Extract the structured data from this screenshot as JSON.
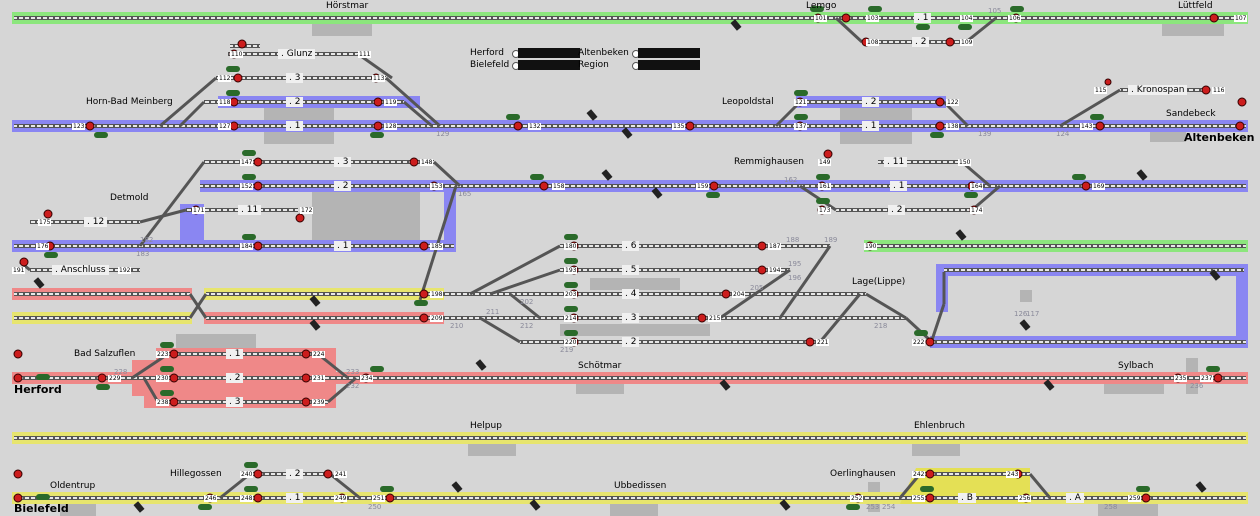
{
  "window": {
    "title": "Stellwerk"
  },
  "stations": [
    "Hörstmar",
    "Lemgo",
    "Lüttfeld",
    "Horn-Bad Meinberg",
    "Leopoldstal",
    "Sandebeck",
    "Altenbeken",
    "Detmold",
    "Remmighausen",
    "Lage(Lippe)",
    "Bad Salzuflen",
    "Herford",
    "Schötmar",
    "Sylbach",
    "Helpup",
    "Ehlenbruch",
    "Hillegossen",
    "Oerlinghausen",
    "Oldentrup",
    "Ubbedissen",
    "Bielefeld"
  ],
  "sidings": [
    "Glunz",
    "Kronospan",
    "Anschluss"
  ],
  "legend": {
    "left": [
      "Herford",
      "Bielefeld"
    ],
    "right": [
      "Altenbeken",
      "Region"
    ]
  },
  "track_numbers": [
    ". 1",
    ". 2",
    ". 3",
    ". 11",
    ". 12",
    ". 4",
    ". 5",
    ". 6",
    ". B",
    ". A"
  ],
  "signal_numbers": [
    "101",
    "103",
    "104",
    "105",
    "106",
    "107",
    "108",
    "109",
    "110",
    "111",
    "112",
    "113",
    "115",
    "116",
    "117",
    "118",
    "119",
    "121",
    "122",
    "123",
    "124",
    "126",
    "127",
    "128",
    "129",
    "132",
    "135",
    "137",
    "138",
    "139",
    "143",
    "147",
    "148",
    "149",
    "150",
    "152",
    "153",
    "158",
    "159",
    "161",
    "162",
    "164",
    "165",
    "169",
    "171",
    "172",
    "173",
    "174",
    "175",
    "176",
    "180",
    "182",
    "183",
    "184",
    "185",
    "187",
    "188",
    "189",
    "190",
    "191",
    "192",
    "193",
    "194",
    "195",
    "196",
    "198",
    "202",
    "203",
    "204",
    "205",
    "209",
    "210",
    "211",
    "212",
    "214",
    "215",
    "218",
    "219",
    "220",
    "221",
    "222",
    "223",
    "224",
    "228",
    "229",
    "230",
    "231",
    "232",
    "233",
    "234",
    "235",
    "236",
    "237",
    "238",
    "239",
    "240",
    "241",
    "242",
    "243",
    "246",
    "248",
    "249",
    "250",
    "251",
    "252",
    "253",
    "254",
    "255",
    "256",
    "258",
    "259"
  ],
  "colors": {
    "main": "#8a86f2",
    "red_zone": "#ef8888",
    "yellow_zone": "#e7e56e",
    "green_zone": "#8ce67d",
    "occupied": "#e4e055"
  }
}
